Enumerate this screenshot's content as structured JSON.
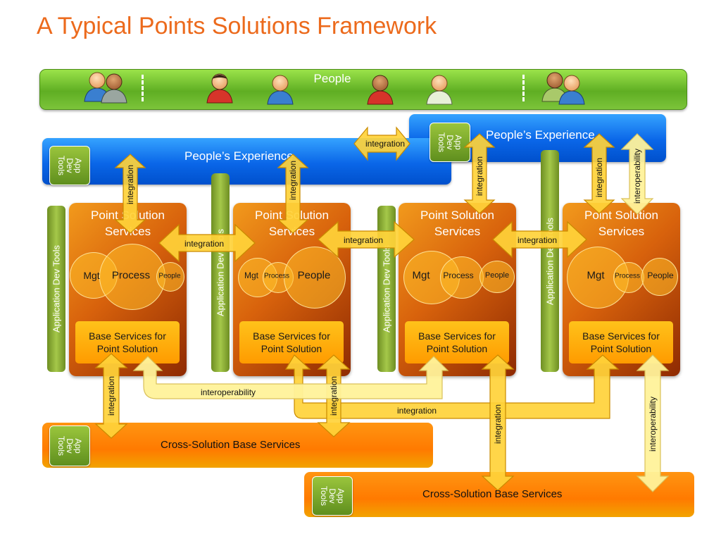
{
  "title": "A Typical Points Solutions Framework",
  "people_bar": {
    "label": "People"
  },
  "experience_left": {
    "label": "People’s Experience"
  },
  "experience_right": {
    "label": "People’s Experience"
  },
  "app_dev_tools": "App\nDev\nTools",
  "application_dev_tools": "Application Dev Tools",
  "point_solution": {
    "title_line1": "Point Solution",
    "title_line2": "Services",
    "base_line1": "Base Services for",
    "base_line2": "Point Solution"
  },
  "circles": {
    "ps1": [
      "Mgt",
      "Process",
      "People"
    ],
    "ps2": [
      "Mgt",
      "Process",
      "People"
    ],
    "ps3": [
      "Mgt",
      "Process",
      "People"
    ],
    "ps4": [
      "Mgt",
      "Process",
      "People"
    ]
  },
  "labels": {
    "integration": "integration",
    "interoperability": "interoperability"
  },
  "cross_solution_left": {
    "label": "Cross-Solution Base Services"
  },
  "cross_solution_right": {
    "label": "Cross-Solution Base Services"
  },
  "colors": {
    "title": "#ec6a1c",
    "people_bar": "#6fbf2a",
    "experience": "#0a66e8",
    "point_solution": "#d8620c",
    "base_services": "#ffa800",
    "arrow_fill": "#ffd23a",
    "interop_fill": "#fff29a"
  },
  "icons": [
    "person-icon"
  ]
}
